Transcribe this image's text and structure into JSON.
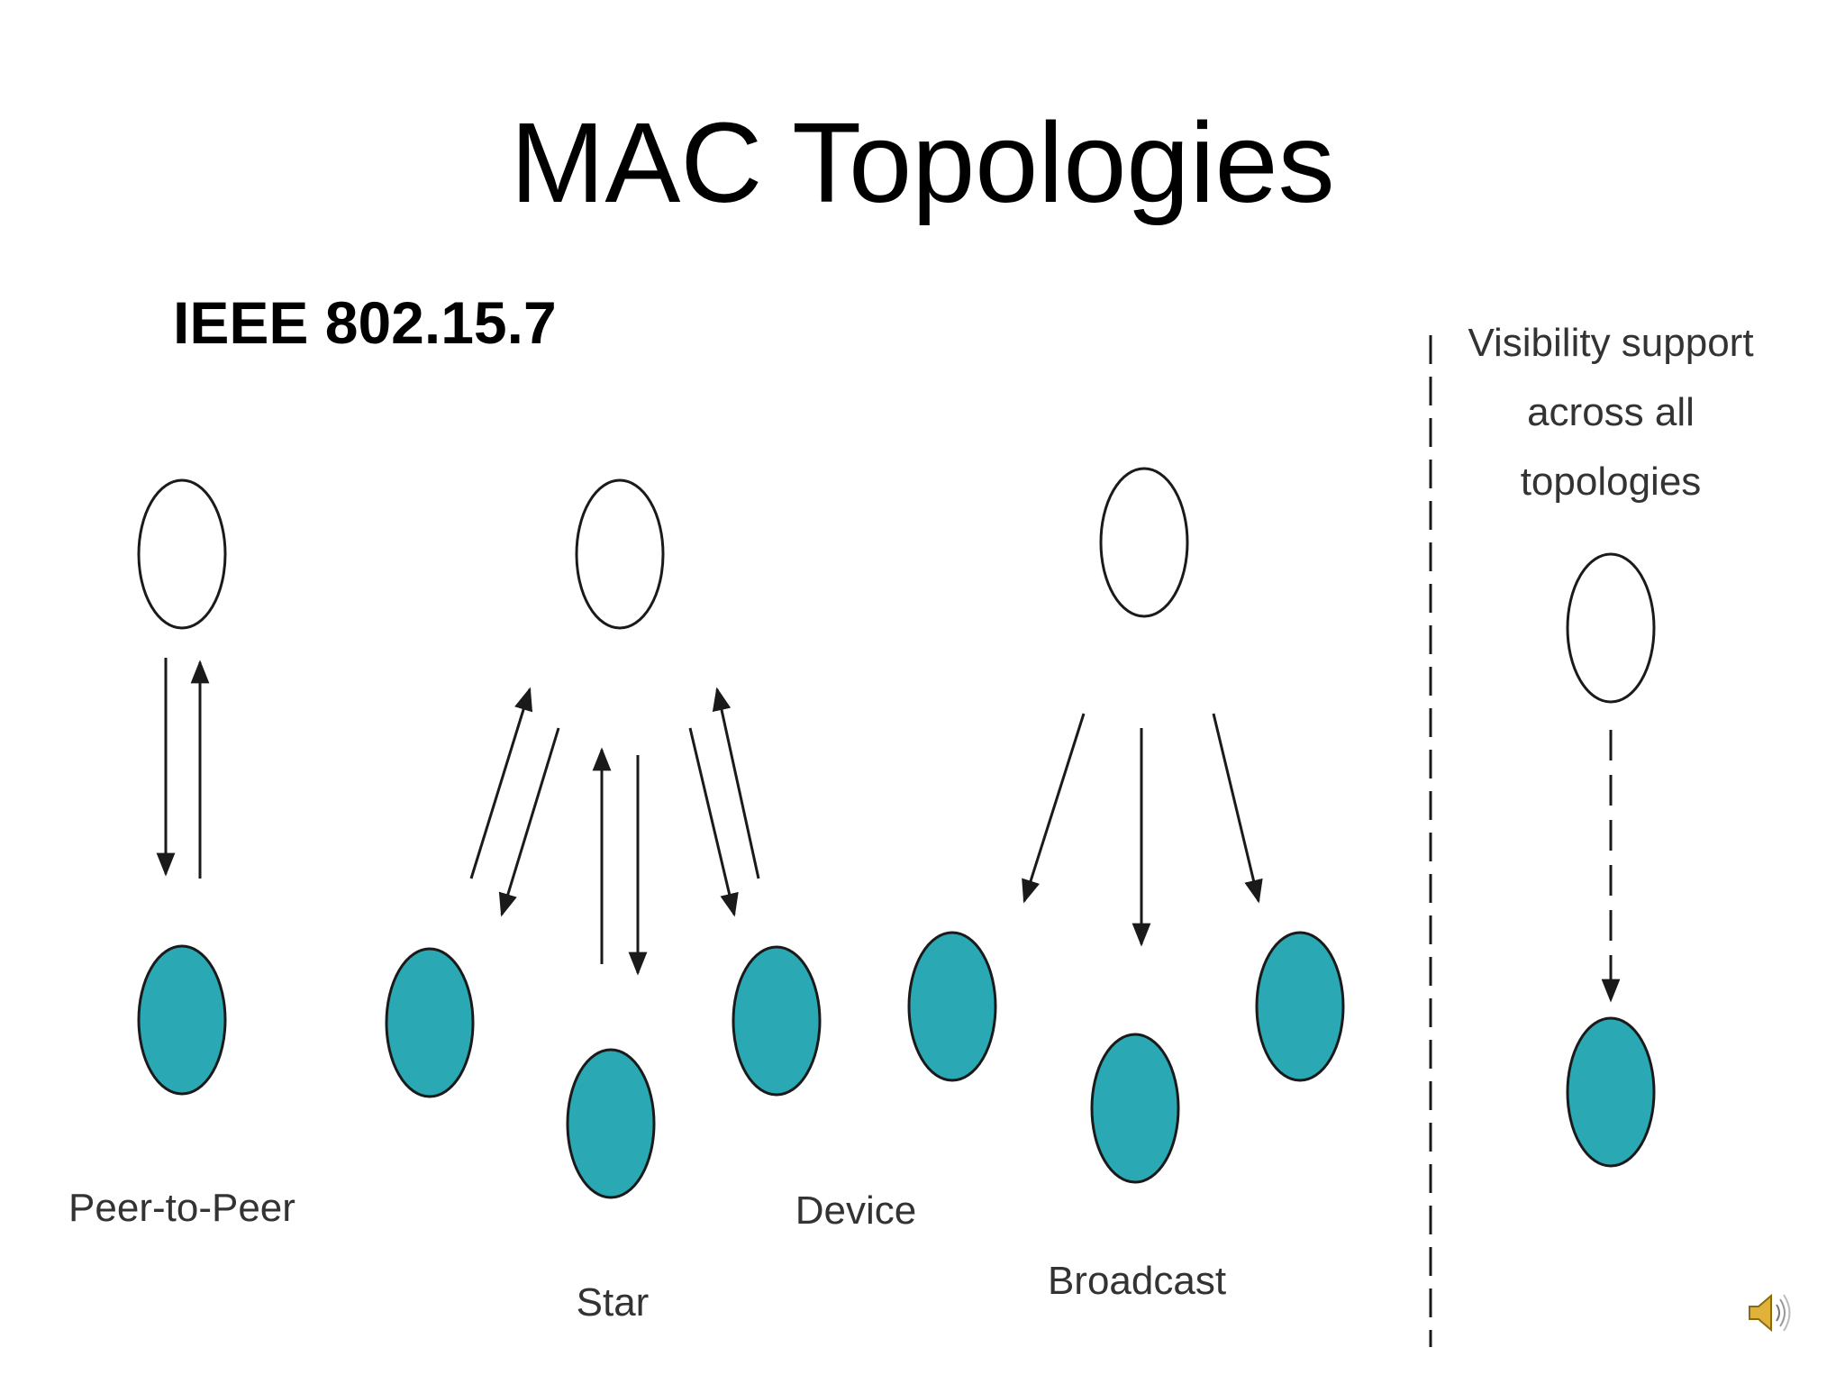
{
  "slide": {
    "title": "MAC Topologies",
    "subtitle": "IEEE 802.15.7"
  },
  "diagram": {
    "labels": {
      "peer_to_peer": "Peer-to-Peer",
      "star": "Star",
      "device": "Device",
      "broadcast": "Broadcast",
      "visibility_line1": "Visibility support",
      "visibility_line2": "across all",
      "visibility_line3": "topologies"
    },
    "colors": {
      "device_fill": "#2aa9b4",
      "coordinator_fill": "#ffffff",
      "stroke": "#1a1a1a",
      "label": "#333333"
    },
    "topologies": [
      {
        "name": "Peer-to-Peer",
        "links": "bidirectional",
        "devices": 1
      },
      {
        "name": "Star",
        "links": "bidirectional",
        "devices": 3
      },
      {
        "name": "Broadcast",
        "links": "unidirectional",
        "devices": 3
      },
      {
        "name": "Visibility support across all topologies",
        "links": "dashed-unidirectional",
        "devices": 1
      }
    ]
  },
  "icons": {
    "speaker": "speaker-icon"
  }
}
